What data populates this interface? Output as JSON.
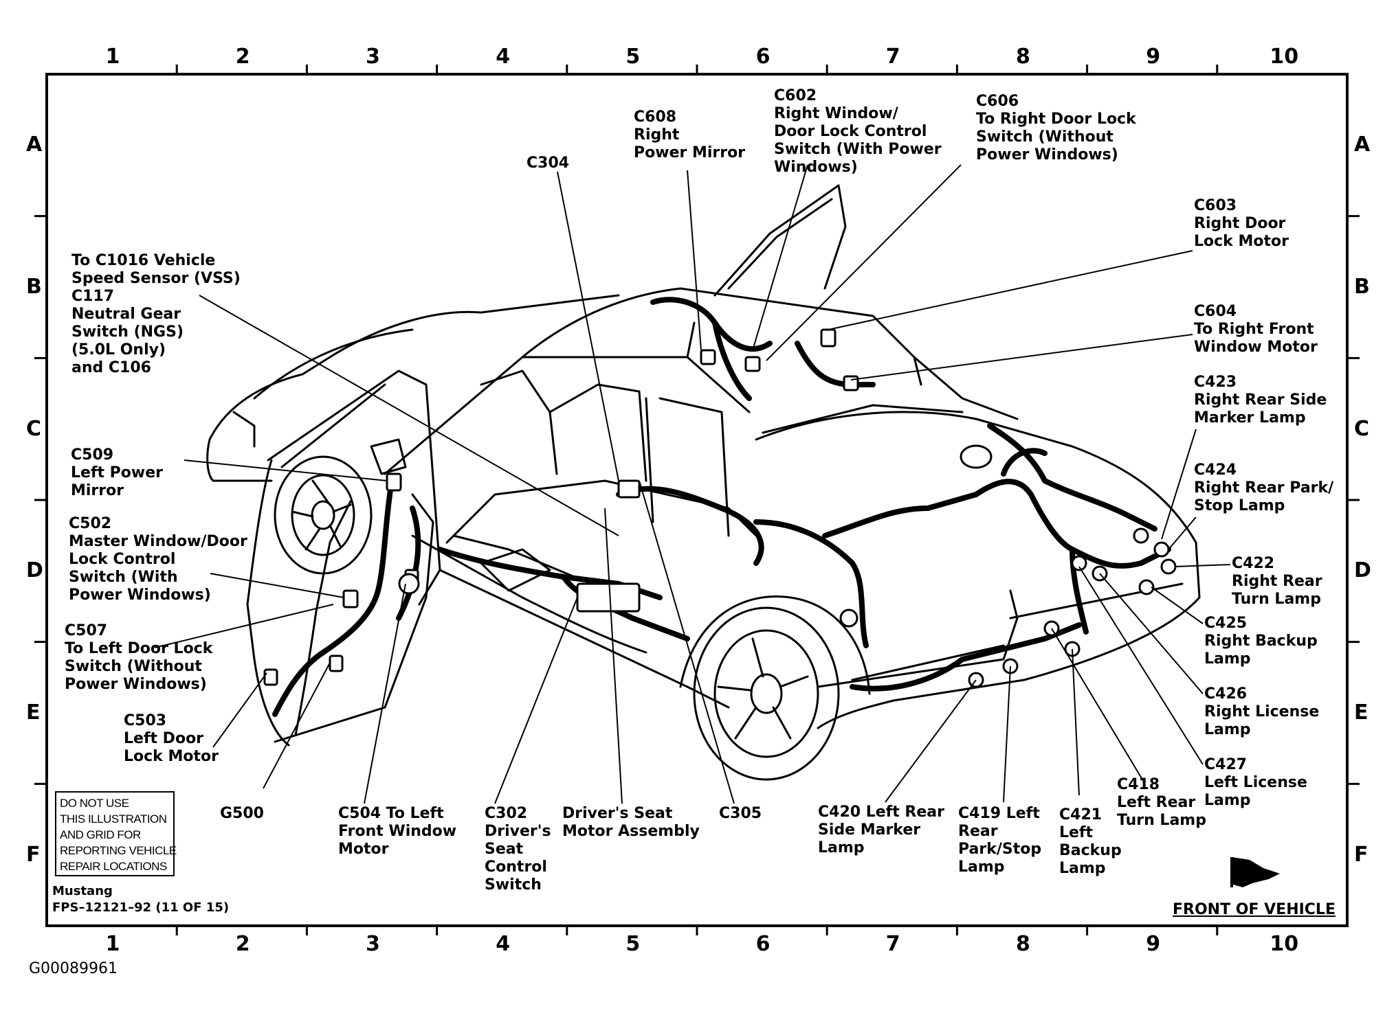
{
  "grid": {
    "columns": [
      "1",
      "2",
      "3",
      "4",
      "5",
      "6",
      "7",
      "8",
      "9",
      "10"
    ],
    "rows": [
      "A",
      "B",
      "C",
      "D",
      "E",
      "F"
    ]
  },
  "labels": [
    {
      "id": "c608",
      "lines": [
        "C608",
        "Right",
        "Power Mirror"
      ]
    },
    {
      "id": "c602",
      "lines": [
        "C602",
        "Right Window/",
        "Door Lock Control",
        "Switch (With Power",
        "Windows)"
      ]
    },
    {
      "id": "c606",
      "lines": [
        "C606",
        "To Right Door Lock",
        "Switch (Without",
        "Power Windows)"
      ]
    },
    {
      "id": "c304",
      "lines": [
        "C304"
      ]
    },
    {
      "id": "c603",
      "lines": [
        "C603",
        "Right Door",
        "Lock Motor"
      ]
    },
    {
      "id": "c1016",
      "lines": [
        "To C1016 Vehicle",
        "Speed Sensor (VSS)",
        "C117",
        "Neutral Gear",
        "Switch (NGS)",
        "(5.0L Only)",
        "and C106"
      ]
    },
    {
      "id": "c604",
      "lines": [
        "C604",
        "To Right Front",
        "Window Motor"
      ]
    },
    {
      "id": "c423",
      "lines": [
        "C423",
        "Right Rear Side",
        "Marker Lamp"
      ]
    },
    {
      "id": "c509",
      "lines": [
        "C509",
        "Left Power",
        "Mirror"
      ]
    },
    {
      "id": "c424",
      "lines": [
        "C424",
        "Right Rear Park/",
        "Stop Lamp"
      ]
    },
    {
      "id": "c502",
      "lines": [
        "C502",
        "Master Window/Door",
        "Lock Control",
        "Switch (With",
        "Power Windows)"
      ]
    },
    {
      "id": "c422",
      "lines": [
        "C422",
        "Right Rear",
        "Turn Lamp"
      ]
    },
    {
      "id": "c507",
      "lines": [
        "C507",
        "To Left Door Lock",
        "Switch (Without",
        "Power Windows)"
      ]
    },
    {
      "id": "c425",
      "lines": [
        "C425",
        "Right Backup",
        "Lamp"
      ]
    },
    {
      "id": "c426",
      "lines": [
        "C426",
        "Right License",
        "Lamp"
      ]
    },
    {
      "id": "c503",
      "lines": [
        "C503",
        "Left Door",
        "Lock Motor"
      ]
    },
    {
      "id": "c427",
      "lines": [
        "C427",
        "Left License",
        "Lamp"
      ]
    },
    {
      "id": "c418",
      "lines": [
        "C418",
        "Left Rear",
        "Turn Lamp"
      ]
    },
    {
      "id": "g500",
      "lines": [
        "G500"
      ]
    },
    {
      "id": "c504",
      "lines": [
        "C504 To Left",
        "Front Window",
        "Motor"
      ]
    },
    {
      "id": "c302",
      "lines": [
        "C302",
        "Driver's",
        "Seat",
        "Control",
        "Switch"
      ]
    },
    {
      "id": "seat",
      "lines": [
        "Driver's Seat",
        "Motor Assembly"
      ]
    },
    {
      "id": "c305",
      "lines": [
        "C305"
      ]
    },
    {
      "id": "c420",
      "lines": [
        "C420 Left Rear",
        "Side Marker",
        "Lamp"
      ]
    },
    {
      "id": "c419",
      "lines": [
        "C419 Left",
        "Rear",
        "Park/Stop",
        "Lamp"
      ]
    },
    {
      "id": "c421",
      "lines": [
        "C421",
        "Left",
        "Backup",
        "Lamp"
      ]
    }
  ],
  "notice": [
    "DO NOT USE",
    "THIS ILLUSTRATION",
    "AND GRID FOR",
    "REPORTING VEHICLE",
    "REPAIR LOCATIONS"
  ],
  "reference": [
    "Mustang",
    "FPS–12121–92 (11 OF 15)"
  ],
  "front_label": "FRONT OF VEHICLE",
  "image_id": "G00089961"
}
